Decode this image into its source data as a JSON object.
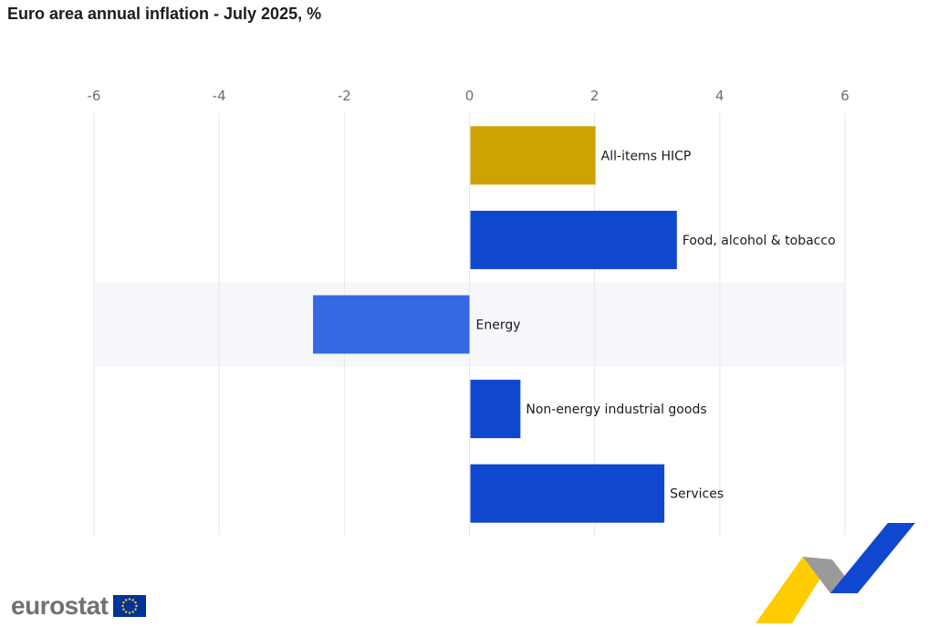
{
  "chart_data": {
    "type": "bar",
    "orientation": "horizontal",
    "title": "Euro area annual inflation - July 2025, %",
    "categories": [
      "All-items HICP",
      "Food, alcohol & tobacco",
      "Energy",
      "Non-energy industrial goods",
      "Services"
    ],
    "values": [
      2.0,
      3.3,
      -2.5,
      0.8,
      3.1
    ],
    "colors": [
      "#cca300",
      "#0f47cf",
      "#3469e3",
      "#0f47cf",
      "#0f47cf"
    ],
    "highlighted_category": "Energy",
    "xlim": [
      -6,
      6
    ],
    "xticks": [
      -6,
      -4,
      -2,
      0,
      2,
      4,
      6
    ],
    "axis_position": "top",
    "grid": true
  },
  "branding": {
    "logo_text": "eurostat",
    "flag_color": "#003399",
    "star_color": "#ffcc00",
    "ribbon_colors": [
      "#ffcc00",
      "#9a9a9a",
      "#0f47cf"
    ]
  }
}
